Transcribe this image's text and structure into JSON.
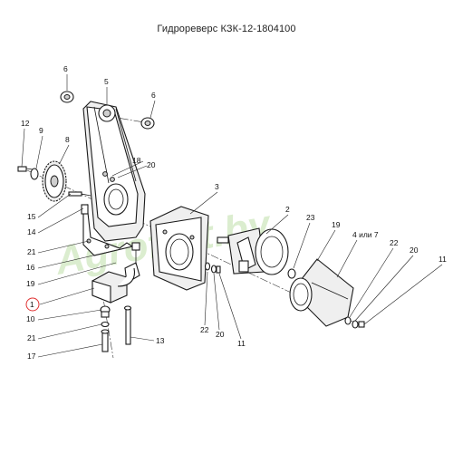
{
  "title": "Гидрореверс КЗК-12-1804100",
  "watermark": "Agrofort.by",
  "highlighted_callout": "1",
  "highlight_color": "#e03030",
  "callouts": [
    "1",
    "2",
    "3",
    "4 или 7",
    "5",
    "6",
    "6",
    "8",
    "9",
    "10",
    "11",
    "11",
    "12",
    "13",
    "14",
    "15",
    "16",
    "17",
    "18",
    "19",
    "19",
    "20",
    "20",
    "20",
    "21",
    "21",
    "22",
    "22",
    "23"
  ]
}
